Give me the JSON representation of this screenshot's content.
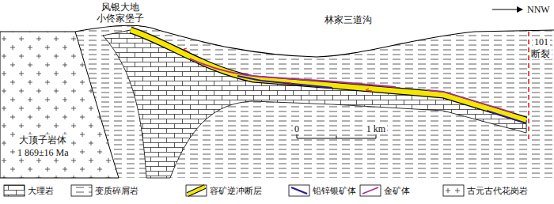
{
  "diagram": {
    "labels": [
      "风银大地",
      "小佟家堡子",
      "林家三道沟",
      "NNW",
      "101",
      "断裂",
      "大顶子岩体",
      "1 869±16 Ma",
      "0",
      "1 km"
    ],
    "legend": [
      {
        "text": "大理岩"
      },
      {
        "text": "变质碎屑岩"
      },
      {
        "text": "容矿逆冲断层"
      },
      {
        "text": "铅锌银矿体"
      },
      {
        "text": "金矿体"
      },
      {
        "text": "古元古代花岗岩"
      }
    ]
  }
}
